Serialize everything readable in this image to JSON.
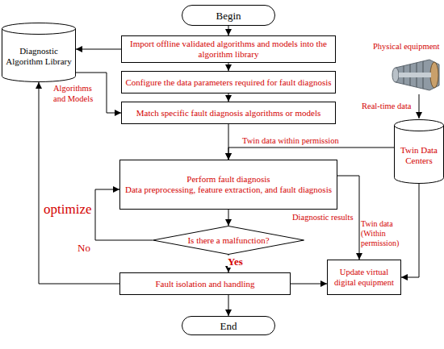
{
  "diagram": {
    "nodes": [
      {
        "text": [
          "Begin"
        ]
      },
      {
        "text": [
          "Diagnostic Algorithm Library"
        ]
      },
      {
        "text": [
          "Import offline validated algorithms and models into the algorithm library"
        ]
      },
      {
        "text": [
          "Configure the data parameters required for fault diagnosis"
        ]
      },
      {
        "text": [
          "Match specific fault diagnosis algorithms or models"
        ]
      },
      {
        "text": [
          "Twin Data Centers"
        ]
      },
      {
        "text": [
          "Perform fault diagnosis",
          "Data preprocessing, feature extraction, and fault diagnosis"
        ]
      },
      {
        "text": [
          "Is there a malfunction?"
        ]
      },
      {
        "text": [
          "Fault isolation and handling"
        ]
      },
      {
        "text": [
          "Update virtual digital equipment"
        ]
      },
      {
        "text": [
          "End"
        ]
      }
    ],
    "edges": [
      {
        "from": 0,
        "to": 2,
        "arrow": "to"
      },
      {
        "from": 2,
        "to": 1,
        "arrow": "to"
      },
      {
        "from": 1,
        "to": 4,
        "arrow": "to",
        "label": "Algorithms and Models"
      },
      {
        "from": 2,
        "to": 3,
        "arrow": "to"
      },
      {
        "from": 3,
        "to": 4,
        "arrow": "to"
      },
      {
        "from": 4,
        "to": 6,
        "arrow": "to"
      },
      {
        "from": 5,
        "to": 6,
        "arrow": "to",
        "label": "Twin data within permission"
      },
      {
        "from": 6,
        "to": 7,
        "arrow": "to"
      },
      {
        "from": 7,
        "to": 6,
        "arrow": "to",
        "label": "No"
      },
      {
        "from": 7,
        "to": 8,
        "arrow": "to",
        "label": "Yes"
      },
      {
        "from": 6,
        "to": 9,
        "arrow": "to",
        "label": "Diagnostic results"
      },
      {
        "from": 5,
        "to": 9,
        "arrow": "to",
        "label": "Twin data (Within permission)"
      },
      {
        "from": 8,
        "to": 9,
        "arrow": "to"
      },
      {
        "from": 8,
        "to": 10,
        "arrow": "to"
      },
      {
        "from": 8,
        "to": 1,
        "arrow": "to",
        "label": "optimize"
      }
    ],
    "labels": [
      "Physical equipment",
      "Real-time data"
    ]
  }
}
